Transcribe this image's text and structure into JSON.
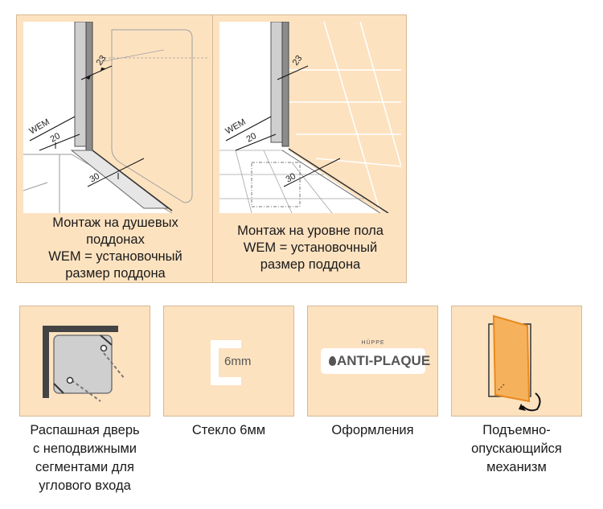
{
  "top_panels": [
    {
      "caption_lines": [
        "Монтаж на душевых",
        "поддонах",
        "WEM = установочный",
        "размер поддона"
      ],
      "dims": {
        "a": "23",
        "b": "WEM",
        "c": "20",
        "d": "30"
      }
    },
    {
      "caption_lines": [
        "Монтаж на уровне пола",
        "WEM = установочный",
        "размер поддона"
      ],
      "dims": {
        "a": "23",
        "b": "WEM",
        "c": "20",
        "d": "30"
      }
    }
  ],
  "features": [
    {
      "icon": "corner-swing-door-icon",
      "caption_lines": [
        "Распашная дверь",
        "с неподвижными",
        "сегментами для",
        "углового входа"
      ]
    },
    {
      "icon": "glass-thickness-icon",
      "icon_text": "6mm",
      "caption_lines": [
        "Стекло 6мм"
      ]
    },
    {
      "icon": "anti-plaque-logo-icon",
      "icon_text": "ANTI-PLAQUE",
      "icon_brand": "HÜPPE",
      "caption_lines": [
        "Оформления"
      ]
    },
    {
      "icon": "lift-lower-mechanism-icon",
      "caption_lines": [
        "Подъемно-",
        "опускающийся",
        "механизм"
      ]
    }
  ],
  "colors": {
    "panel_bg": "#fde2c0",
    "panel_border": "#d8b895",
    "accent_orange": "#f29a2e"
  }
}
